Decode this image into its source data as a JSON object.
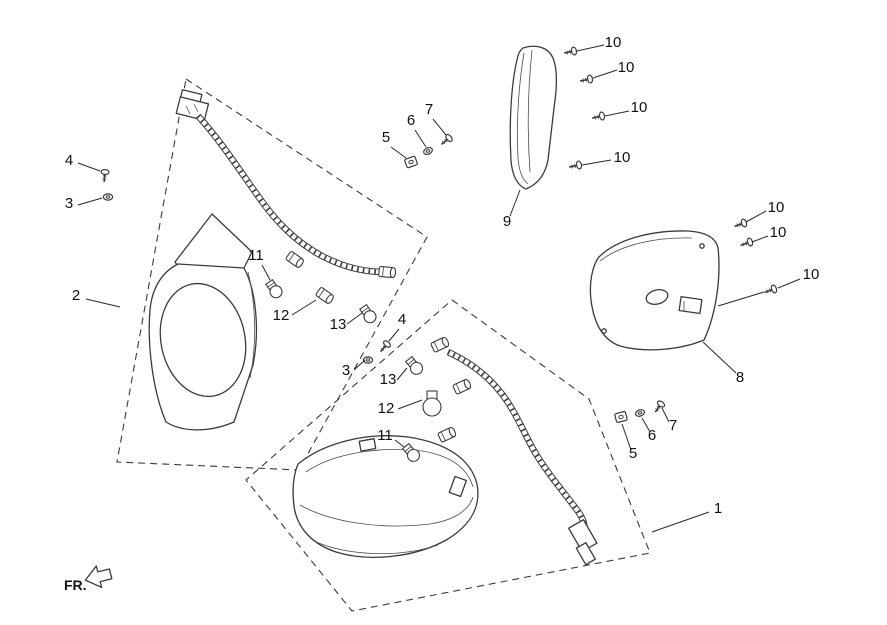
{
  "colors": {
    "line": "#3a3a3a",
    "text": "#111111",
    "background": "#ffffff"
  },
  "fr": {
    "label": "FR."
  },
  "callouts": [
    {
      "label": "10"
    },
    {
      "label": "10"
    },
    {
      "label": "10"
    },
    {
      "label": "10"
    },
    {
      "label": "9"
    },
    {
      "label": "10"
    },
    {
      "label": "10"
    },
    {
      "label": "10"
    },
    {
      "label": "8"
    },
    {
      "label": "4"
    },
    {
      "label": "3"
    },
    {
      "label": "2"
    },
    {
      "label": "11"
    },
    {
      "label": "12"
    },
    {
      "label": "13"
    },
    {
      "label": "5"
    },
    {
      "label": "6"
    },
    {
      "label": "7"
    },
    {
      "label": "4"
    },
    {
      "label": "3"
    },
    {
      "label": "13"
    },
    {
      "label": "12"
    },
    {
      "label": "11"
    },
    {
      "label": "5"
    },
    {
      "label": "6"
    },
    {
      "label": "7"
    },
    {
      "label": "1"
    }
  ]
}
